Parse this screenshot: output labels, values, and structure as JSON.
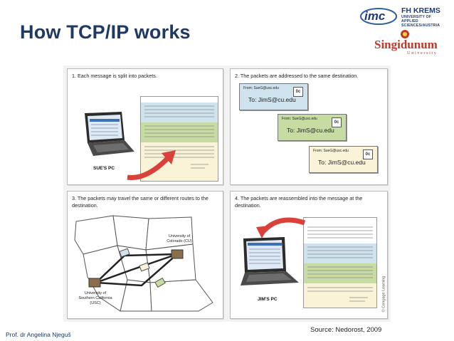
{
  "slide": {
    "title": "How TCP/IP works",
    "source": "Source: Nedorost, 2009",
    "author": "Prof. dr Angelina Njeguš",
    "logo_imc": "imc",
    "logo_fh_title": "FH KREMS",
    "logo_fh_sub1": "UNIVERSITY OF APPLIED",
    "logo_fh_sub2": "SCIENCES/AUSTRIA",
    "logo_singidunum": "Singidunum",
    "logo_university": "University",
    "copyright": "© Cengage Learning"
  },
  "figure": {
    "panel1": {
      "caption": "1. Each message is split into packets.",
      "pc_label": "SUE'S PC"
    },
    "panel2": {
      "caption": "2. The packets are addressed to the same destination.",
      "envelopes": [
        {
          "from": "From: SueG@usc.edu",
          "to": "To: JimS@cu.edu",
          "stamp": "0c"
        },
        {
          "from": "From: SueG@usc.edu",
          "to": "To: JimS@cu.edu",
          "stamp": "0c"
        },
        {
          "from": "From: SueG@usc.edu",
          "to": "To: JimS@cu.edu",
          "stamp": "0c"
        }
      ]
    },
    "panel3": {
      "caption": "3. The packets may travel the same or different routes to the destination.",
      "label_colorado": "University of Colorado (CU)",
      "label_usc": "University of Southern California (USC)"
    },
    "panel4": {
      "caption": "4. The packets are reassembled into the message at the destination.",
      "pc_label": "JIM'S PC"
    }
  },
  "colors": {
    "title": "#1f3864",
    "band_blue": "#cfe3ef",
    "band_green": "#c6dca2",
    "band_cream": "#fbf3d8",
    "arrow": "#d9413a"
  }
}
